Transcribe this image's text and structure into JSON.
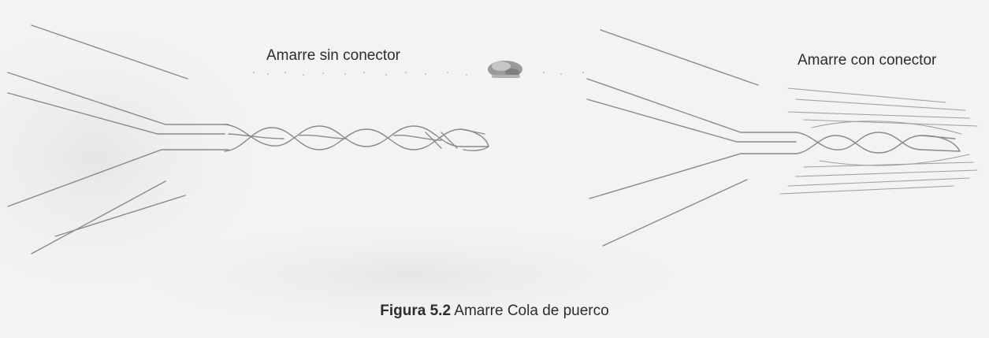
{
  "labels": {
    "without_connector": "Amarre sin conector",
    "with_connector": "Amarre con conector"
  },
  "caption": {
    "number": "Figura 5.2",
    "text": "Amarre Cola de puerco"
  },
  "colors": {
    "background": "#f3f3f3",
    "line": "#8a8a8a",
    "text": "#2d2d2d"
  }
}
